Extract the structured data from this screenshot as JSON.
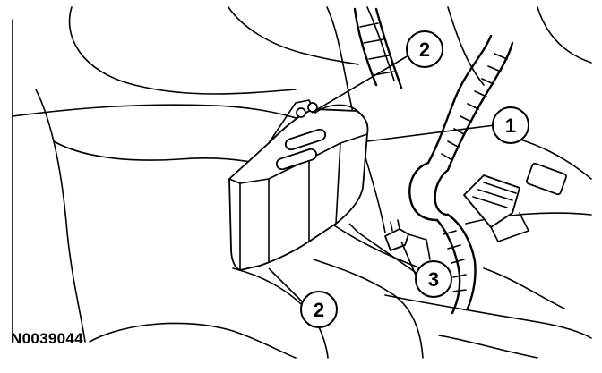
{
  "figure": {
    "id_label": "N0039044"
  },
  "callouts": [
    {
      "label": "2",
      "target": "upper-fastener"
    },
    {
      "label": "1",
      "target": "module-cover"
    },
    {
      "label": "3",
      "target": "bracket-bolt"
    },
    {
      "label": "2",
      "target": "lower-fastener"
    }
  ]
}
